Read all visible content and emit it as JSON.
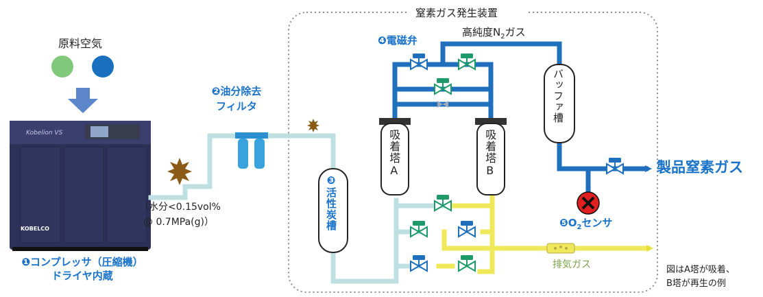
{
  "system": {
    "title": "窒素ガス発生装置"
  },
  "inlet": {
    "label": "原料空気"
  },
  "compressor": {
    "label_line1": "❶コンプレッサ（圧縮機）",
    "label_line2": "ドライヤ内蔵",
    "brand": "KOBELCO",
    "model": "Kobelion VS"
  },
  "filter": {
    "label_line1": "❷油分除去",
    "label_line2": "フィルタ"
  },
  "condition": {
    "line1": "（水分<0.15vol%",
    "line2": "@ 0.7MPa(g)）"
  },
  "carbon": {
    "label": "❸活性炭槽"
  },
  "valves": {
    "label": "❹電磁弁"
  },
  "high_purity": {
    "label_prefix": "高純度N",
    "label_sub": "2",
    "label_suffix": "ガス"
  },
  "towers": [
    {
      "label": "吸着塔A"
    },
    {
      "label": "吸着塔B"
    }
  ],
  "buffer": {
    "label": "バッファ槽"
  },
  "sensor": {
    "label_prefix": "❺O",
    "label_sub": "2",
    "label_suffix": "センサ"
  },
  "product": {
    "label": "製品窒素ガス"
  },
  "exhaust": {
    "label": "排気ガス"
  },
  "note": {
    "line1": "図はA塔が吸着、",
    "line2": "B塔が再生の例"
  },
  "colors": {
    "active_pipe": "#1f6fbd",
    "feed_pipe": "#bfe0e2",
    "exhaust_pipe": "#efe85a",
    "accent_text": "#1a73c9",
    "valve_green": "#1e9a6a",
    "sensor_red": "#e02020"
  }
}
